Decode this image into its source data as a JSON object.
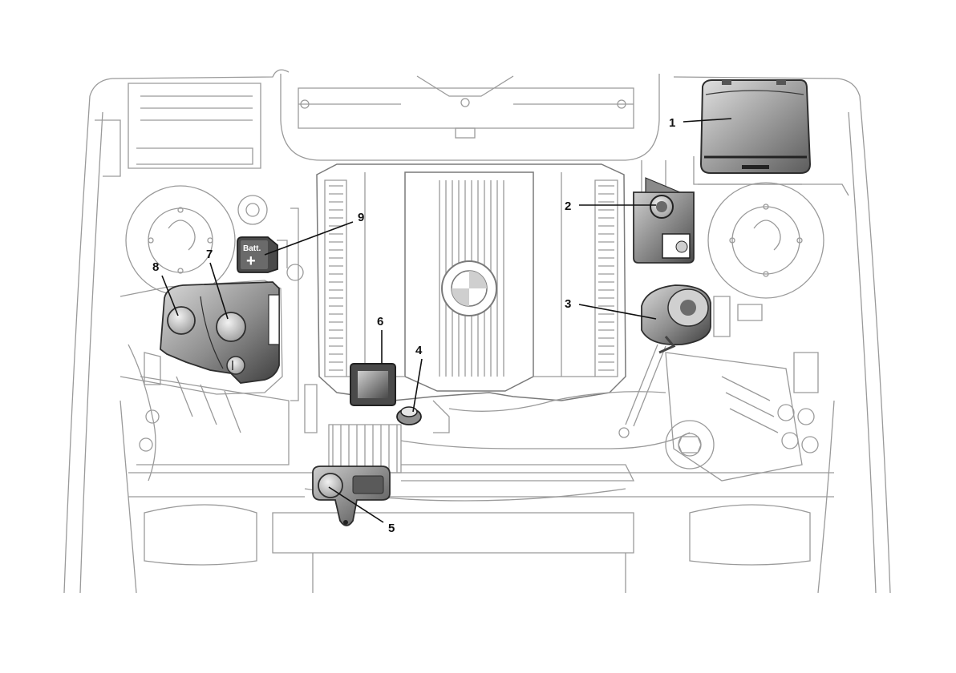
{
  "diagram": {
    "callouts": {
      "c1": "1",
      "c2": "2",
      "c3": "3",
      "c4": "4",
      "c5": "5",
      "c6": "6",
      "c7": "7",
      "c8": "8",
      "c9": "9"
    },
    "battery_terminal": {
      "label": "Batt.",
      "symbol": "+"
    },
    "colors": {
      "line_art": "#9a9a9a",
      "component_dark": "#5a5a5a",
      "component_light": "#bdbdbd",
      "leader": "#111111"
    }
  }
}
